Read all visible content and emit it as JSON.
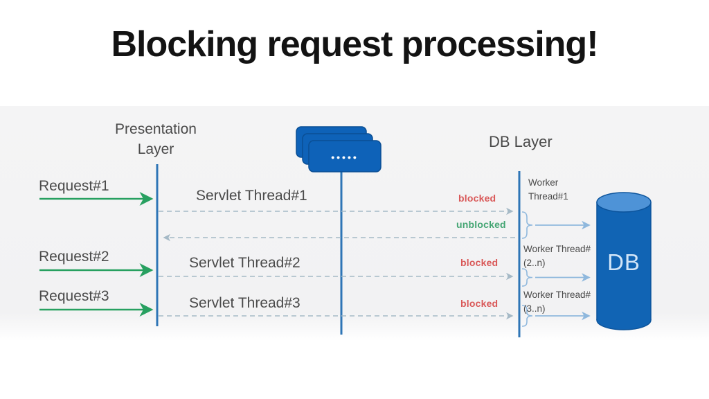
{
  "slide": {
    "title": "Blocking request processing!"
  },
  "diagram": {
    "presentation_layer_label": "Presentation\nLayer",
    "db_layer_label": "DB Layer",
    "thread_pool_dots": "•••••",
    "requests": [
      {
        "label": "Request#1"
      },
      {
        "label": "Request#2"
      },
      {
        "label": "Request#3"
      }
    ],
    "servlet_threads": [
      {
        "label": "Servlet Thread#1"
      },
      {
        "label": "Servlet Thread#2"
      },
      {
        "label": "Servlet Thread#3"
      }
    ],
    "flow_states": {
      "thread1_blocked": "blocked",
      "thread1_unblocked": "unblocked",
      "thread2_blocked": "blocked",
      "thread3_blocked": "blocked"
    },
    "worker_threads": [
      {
        "label": "Worker\nThread#1"
      },
      {
        "label": "Worker Thread#\n(2..n)"
      },
      {
        "label": "Worker Thread#\n(3..n)"
      }
    ],
    "database_label": "DB",
    "colors": {
      "line_blue": "#2e75b6",
      "card_blue": "#0e62b8",
      "cylinder_blue": "#1164b4",
      "cylinder_top_blue": "#4e93d7",
      "arrow_green": "#27a060",
      "blocked_red": "#d95858",
      "unblocked_green": "#44a573",
      "dashed_gray": "#a5b9c6",
      "light_blue_arrow": "#8fb8dd",
      "text_gray": "#4a4a4a"
    }
  }
}
